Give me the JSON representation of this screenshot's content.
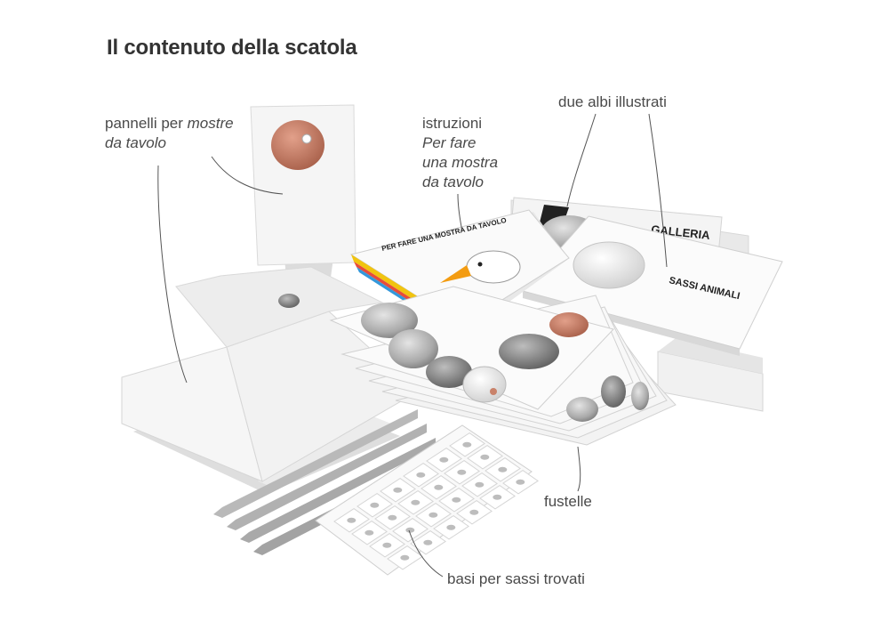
{
  "title": "Il contenuto della scatola",
  "labels": {
    "pannelli": {
      "text": "pannelli per ",
      "italic": "mostre",
      "line2": "da tavolo"
    },
    "istruzioni": {
      "text": "istruzioni",
      "line2": "Per fare",
      "line3": "una mostra",
      "line4": "da tavolo"
    },
    "albi": {
      "text": "due albi illustrati"
    },
    "fustelle": {
      "text": "fustelle"
    },
    "basi": {
      "text": "basi per sassi trovati"
    }
  },
  "book_titles": {
    "sassi": "SASSI ANIMALI",
    "galleria": "GALLERIA",
    "booklet": "PER FARE UNA MOSTRA DA TAVOLO"
  },
  "colors": {
    "background": "#ffffff",
    "text": "#3a3a3a",
    "panel": "#f2f2f2",
    "shadow": "#c8c8c8",
    "stone": "#c9826a"
  }
}
